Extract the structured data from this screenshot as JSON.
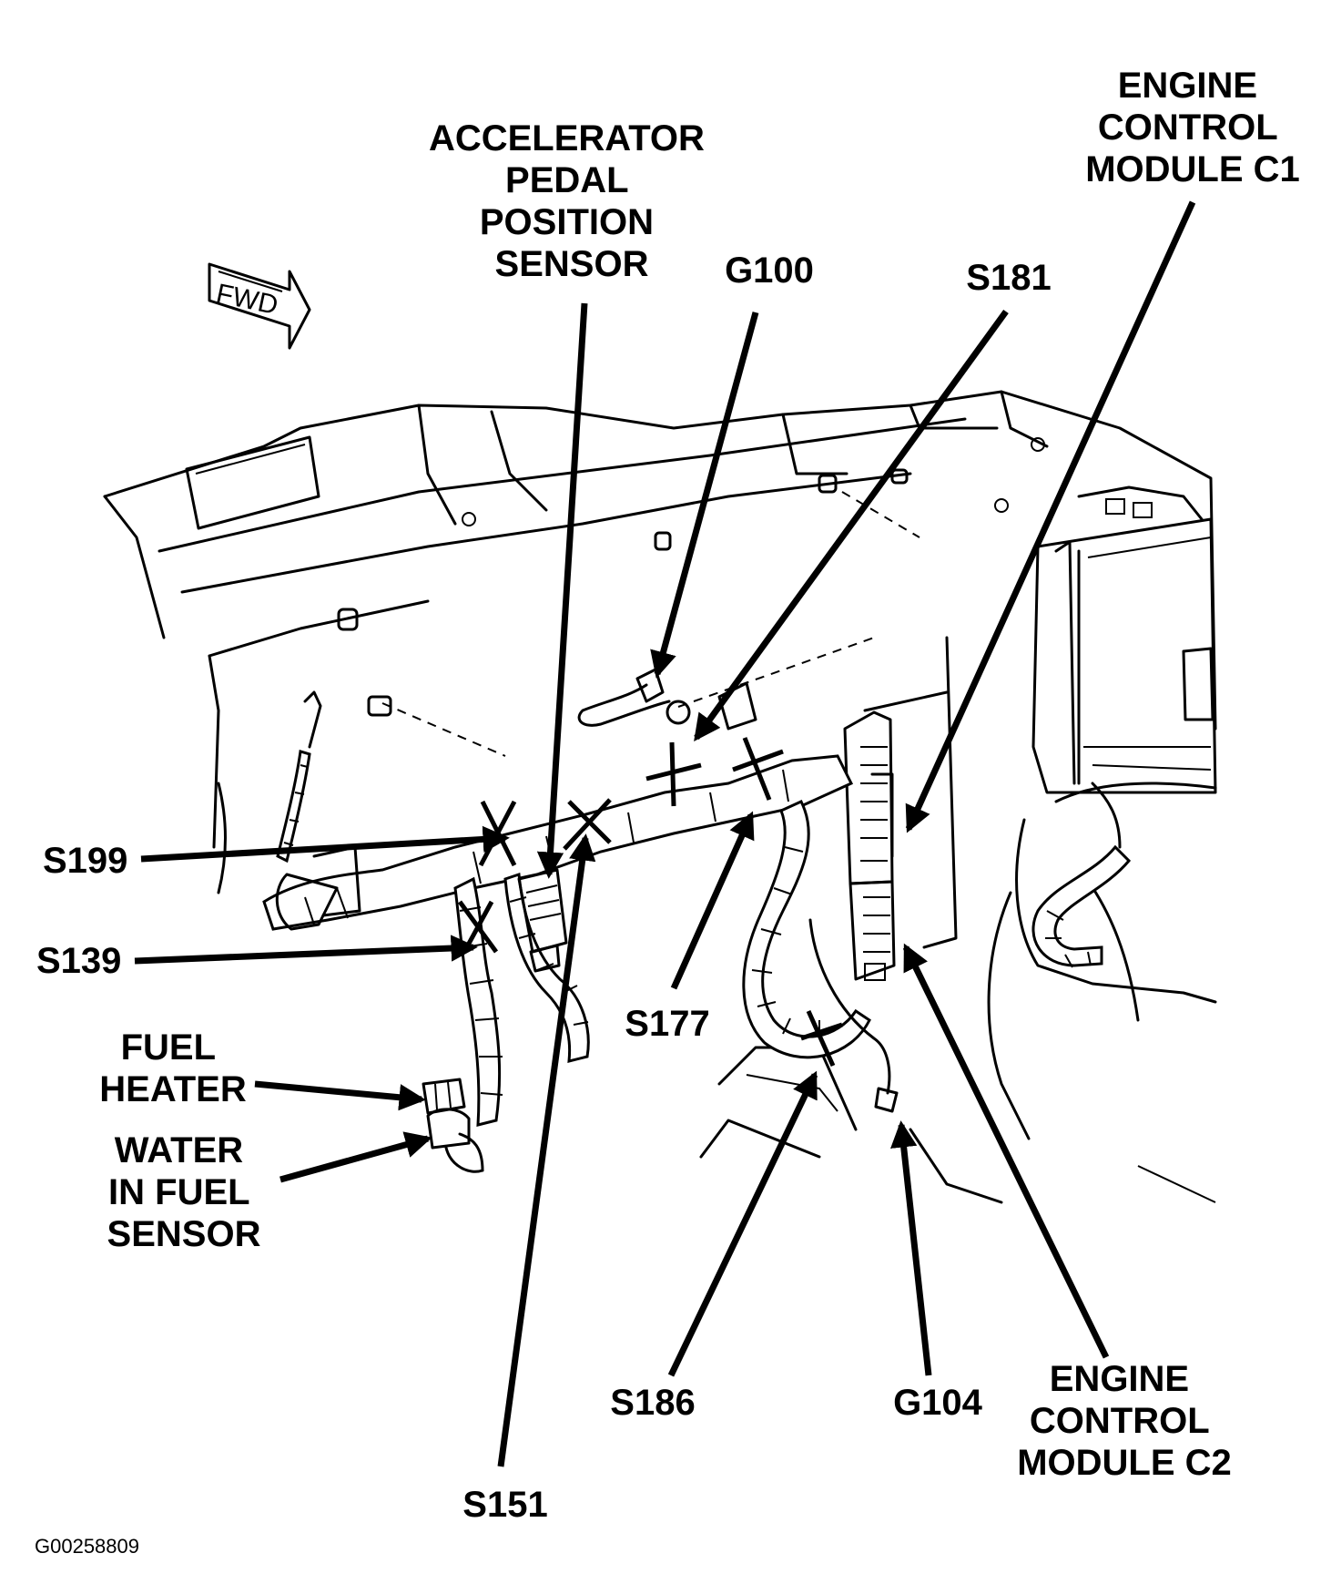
{
  "diagram": {
    "labels": {
      "ecm_c1": [
        "ENGINE",
        "CONTROL",
        "MODULE C1"
      ],
      "app_sensor": [
        "ACCELERATOR",
        "PEDAL",
        "POSITION",
        "SENSOR"
      ],
      "g100": "G100",
      "s181": "S181",
      "s199": "S199",
      "s139": "S139",
      "fuel_heater": [
        "FUEL",
        "HEATER"
      ],
      "wif_sensor": [
        "WATER",
        "IN FUEL",
        "SENSOR"
      ],
      "s177": "S177",
      "s151": "S151",
      "s186": "S186",
      "g104": "G104",
      "ecm_c2": [
        "ENGINE",
        "CONTROL",
        "MODULE C2"
      ]
    },
    "fwd_label": "FWD",
    "figure_id": "G00258809"
  }
}
